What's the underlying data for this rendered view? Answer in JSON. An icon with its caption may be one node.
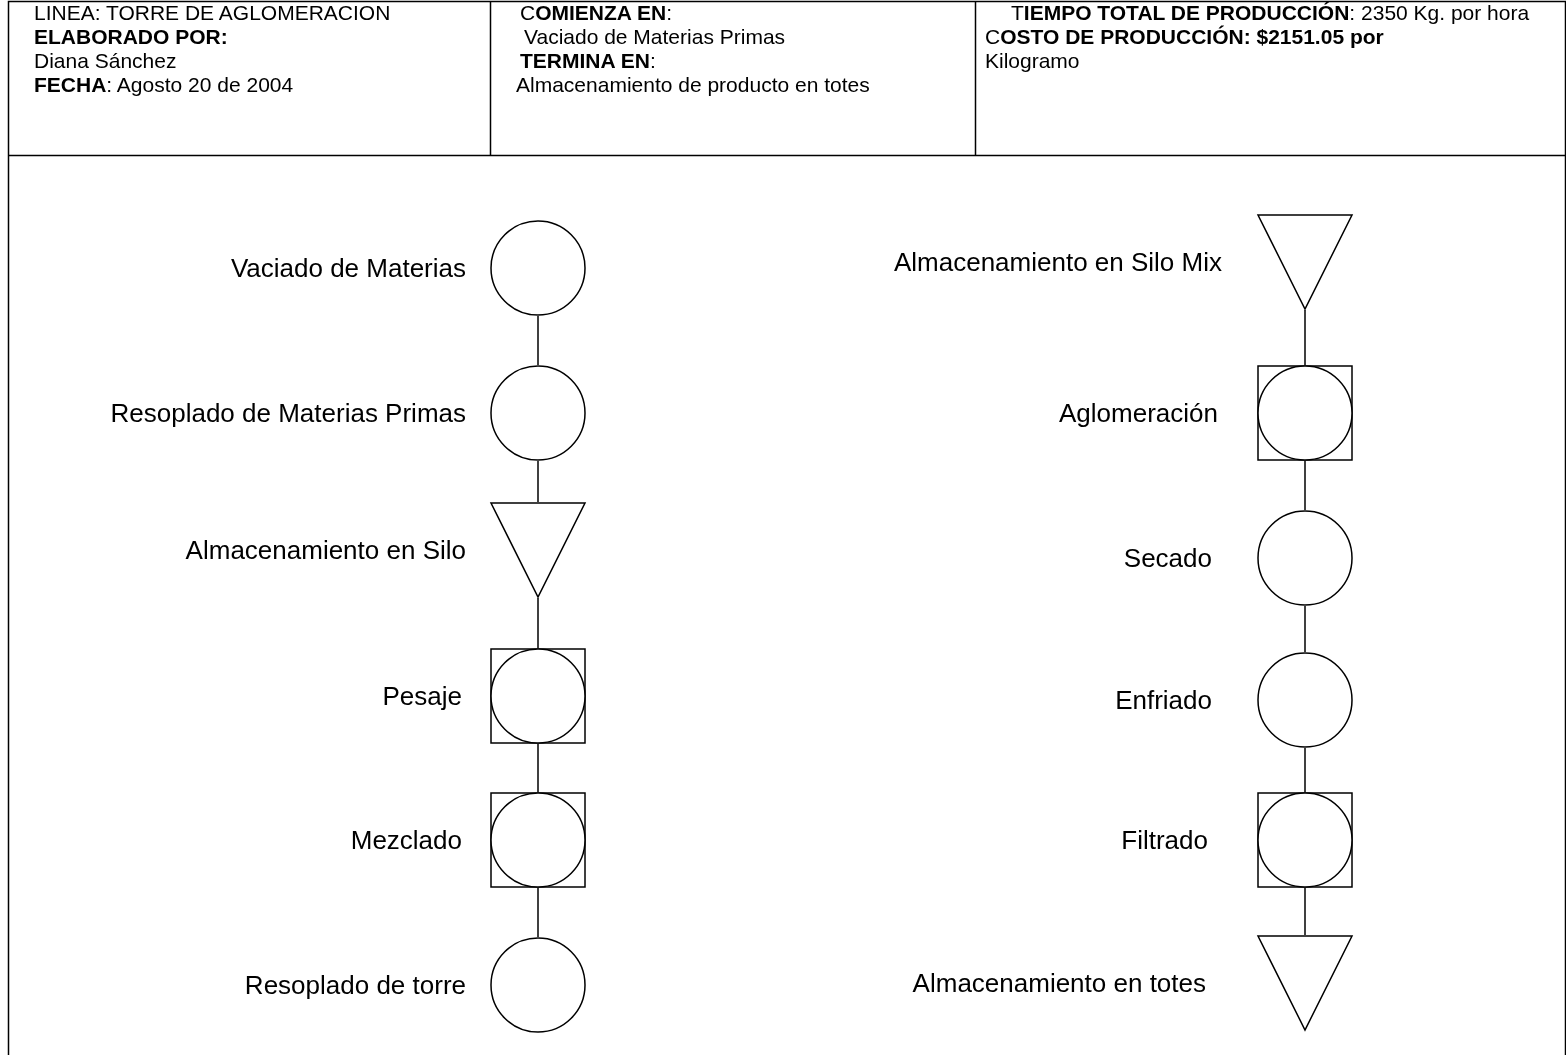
{
  "diagram": {
    "nodes": [
      {
        "text": [
          "LINEA: TORRE DE AGLOMERACION",
          "**ELABORADO POR:** Diana Sánchez",
          "**FECHA**: Agosto 20 de 2004"
        ]
      },
      {
        "text": [
          "C**OMIENZA EN**:",
          "Vaciado de Materias Primas",
          "**TERMINA EN**:",
          "Almacenamiento de producto en totes"
        ]
      },
      {
        "text": [
          "T**IEMPO TOTAL DE PRODUCCIÓN**: 2350 Kg. por hora",
          "C**OSTO DE PRODUCCIÓN: $2151.05 por** Kilogramo"
        ]
      },
      {
        "text": [],
        "shape": "circle",
        "beside": [
          "Vaciado de Materias"
        ]
      },
      {
        "text": [],
        "shape": "circle",
        "beside": [
          "Resoplado de Materias Primas"
        ]
      },
      {
        "text": [],
        "shape": "triangle",
        "beside": [
          "Almacenamiento en Silo"
        ]
      },
      {
        "text": [],
        "shape": "square",
        "beside": [
          "Pesaje"
        ]
      },
      {
        "text": [],
        "shape": "square",
        "beside": [
          "Mezclado"
        ]
      },
      {
        "text": [],
        "shape": "circle",
        "beside": [
          "Resoplado de torre"
        ]
      },
      {
        "text": [],
        "shape": "triangle",
        "beside": [
          "Almacenamiento en Silo Mix"
        ]
      },
      {
        "text": [],
        "shape": "square",
        "beside": [
          "Aglomeración"
        ]
      },
      {
        "text": [],
        "shape": "circle",
        "beside": [
          "Secado"
        ]
      },
      {
        "text": [],
        "shape": "circle",
        "beside": [
          "Enfriado"
        ]
      },
      {
        "text": [],
        "shape": "square",
        "beside": [
          "Filtrado"
        ]
      },
      {
        "text": [],
        "shape": "triangle",
        "beside": [
          "Almacenamiento en totes"
        ]
      }
    ],
    "edges": [
      {
        "from": 3,
        "to": 4,
        "arrow": "none"
      },
      {
        "from": 4,
        "to": 5,
        "arrow": "none"
      },
      {
        "from": 5,
        "to": 6,
        "arrow": "none"
      },
      {
        "from": 6,
        "to": 7,
        "arrow": "none"
      },
      {
        "from": 7,
        "to": 8,
        "arrow": "none"
      },
      {
        "from": 9,
        "to": 10,
        "arrow": "none"
      },
      {
        "from": 10,
        "to": 11,
        "arrow": "none"
      },
      {
        "from": 11,
        "to": 12,
        "arrow": "none"
      },
      {
        "from": 12,
        "to": 13,
        "arrow": "none"
      },
      {
        "from": 13,
        "to": 14,
        "arrow": "none"
      }
    ]
  }
}
